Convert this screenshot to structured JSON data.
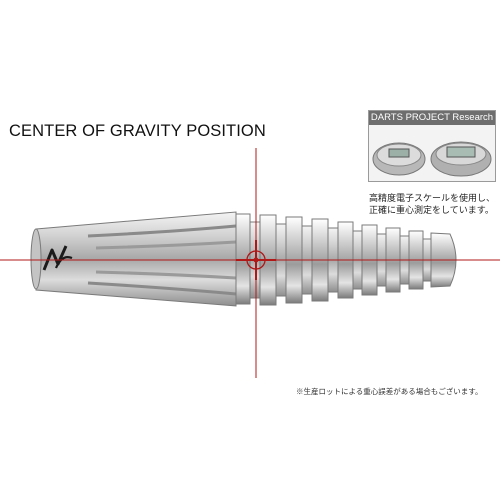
{
  "heading": "CENTER OF GRAVITY POSITION",
  "research": {
    "header": "DARTS PROJECT Research",
    "note_lines": [
      "高精度電子スケールを使用し、",
      "正確に重心測定をしています。"
    ]
  },
  "footnote": "※生産ロットによる重心誤差がある場合もございます。",
  "colors": {
    "crosshair": "#b01818",
    "barrel_light": "#e9e9e9",
    "barrel_dark": "#8c8c8c"
  },
  "icons": [
    "brand-logo-icon",
    "crosshair-target-icon",
    "digital-scale-icon"
  ]
}
